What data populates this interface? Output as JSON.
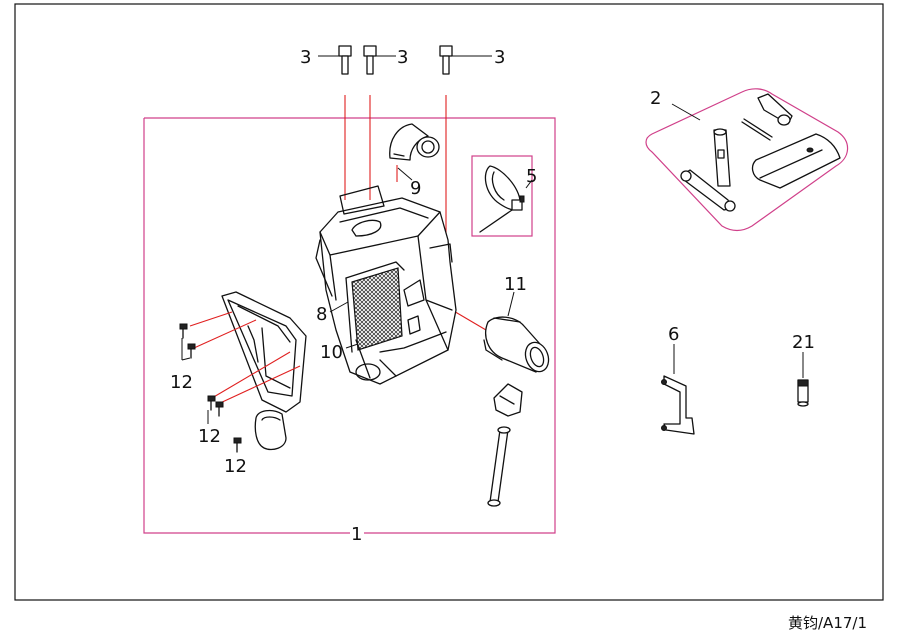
{
  "diagram": {
    "callouts": {
      "c1": "1",
      "c2": "2",
      "c3a": "3",
      "c3b": "3",
      "c3c": "3",
      "c5": "5",
      "c6": "6",
      "c8": "8",
      "c9": "9",
      "c10": "10",
      "c11": "11",
      "c12a": "12",
      "c12b": "12",
      "c12c": "12",
      "c21": "21"
    },
    "footer": {
      "ref": "黄钧/A17/1"
    },
    "colors": {
      "outline": "#111111",
      "group_frame": "#d0408a",
      "leader": "#e02020"
    }
  }
}
